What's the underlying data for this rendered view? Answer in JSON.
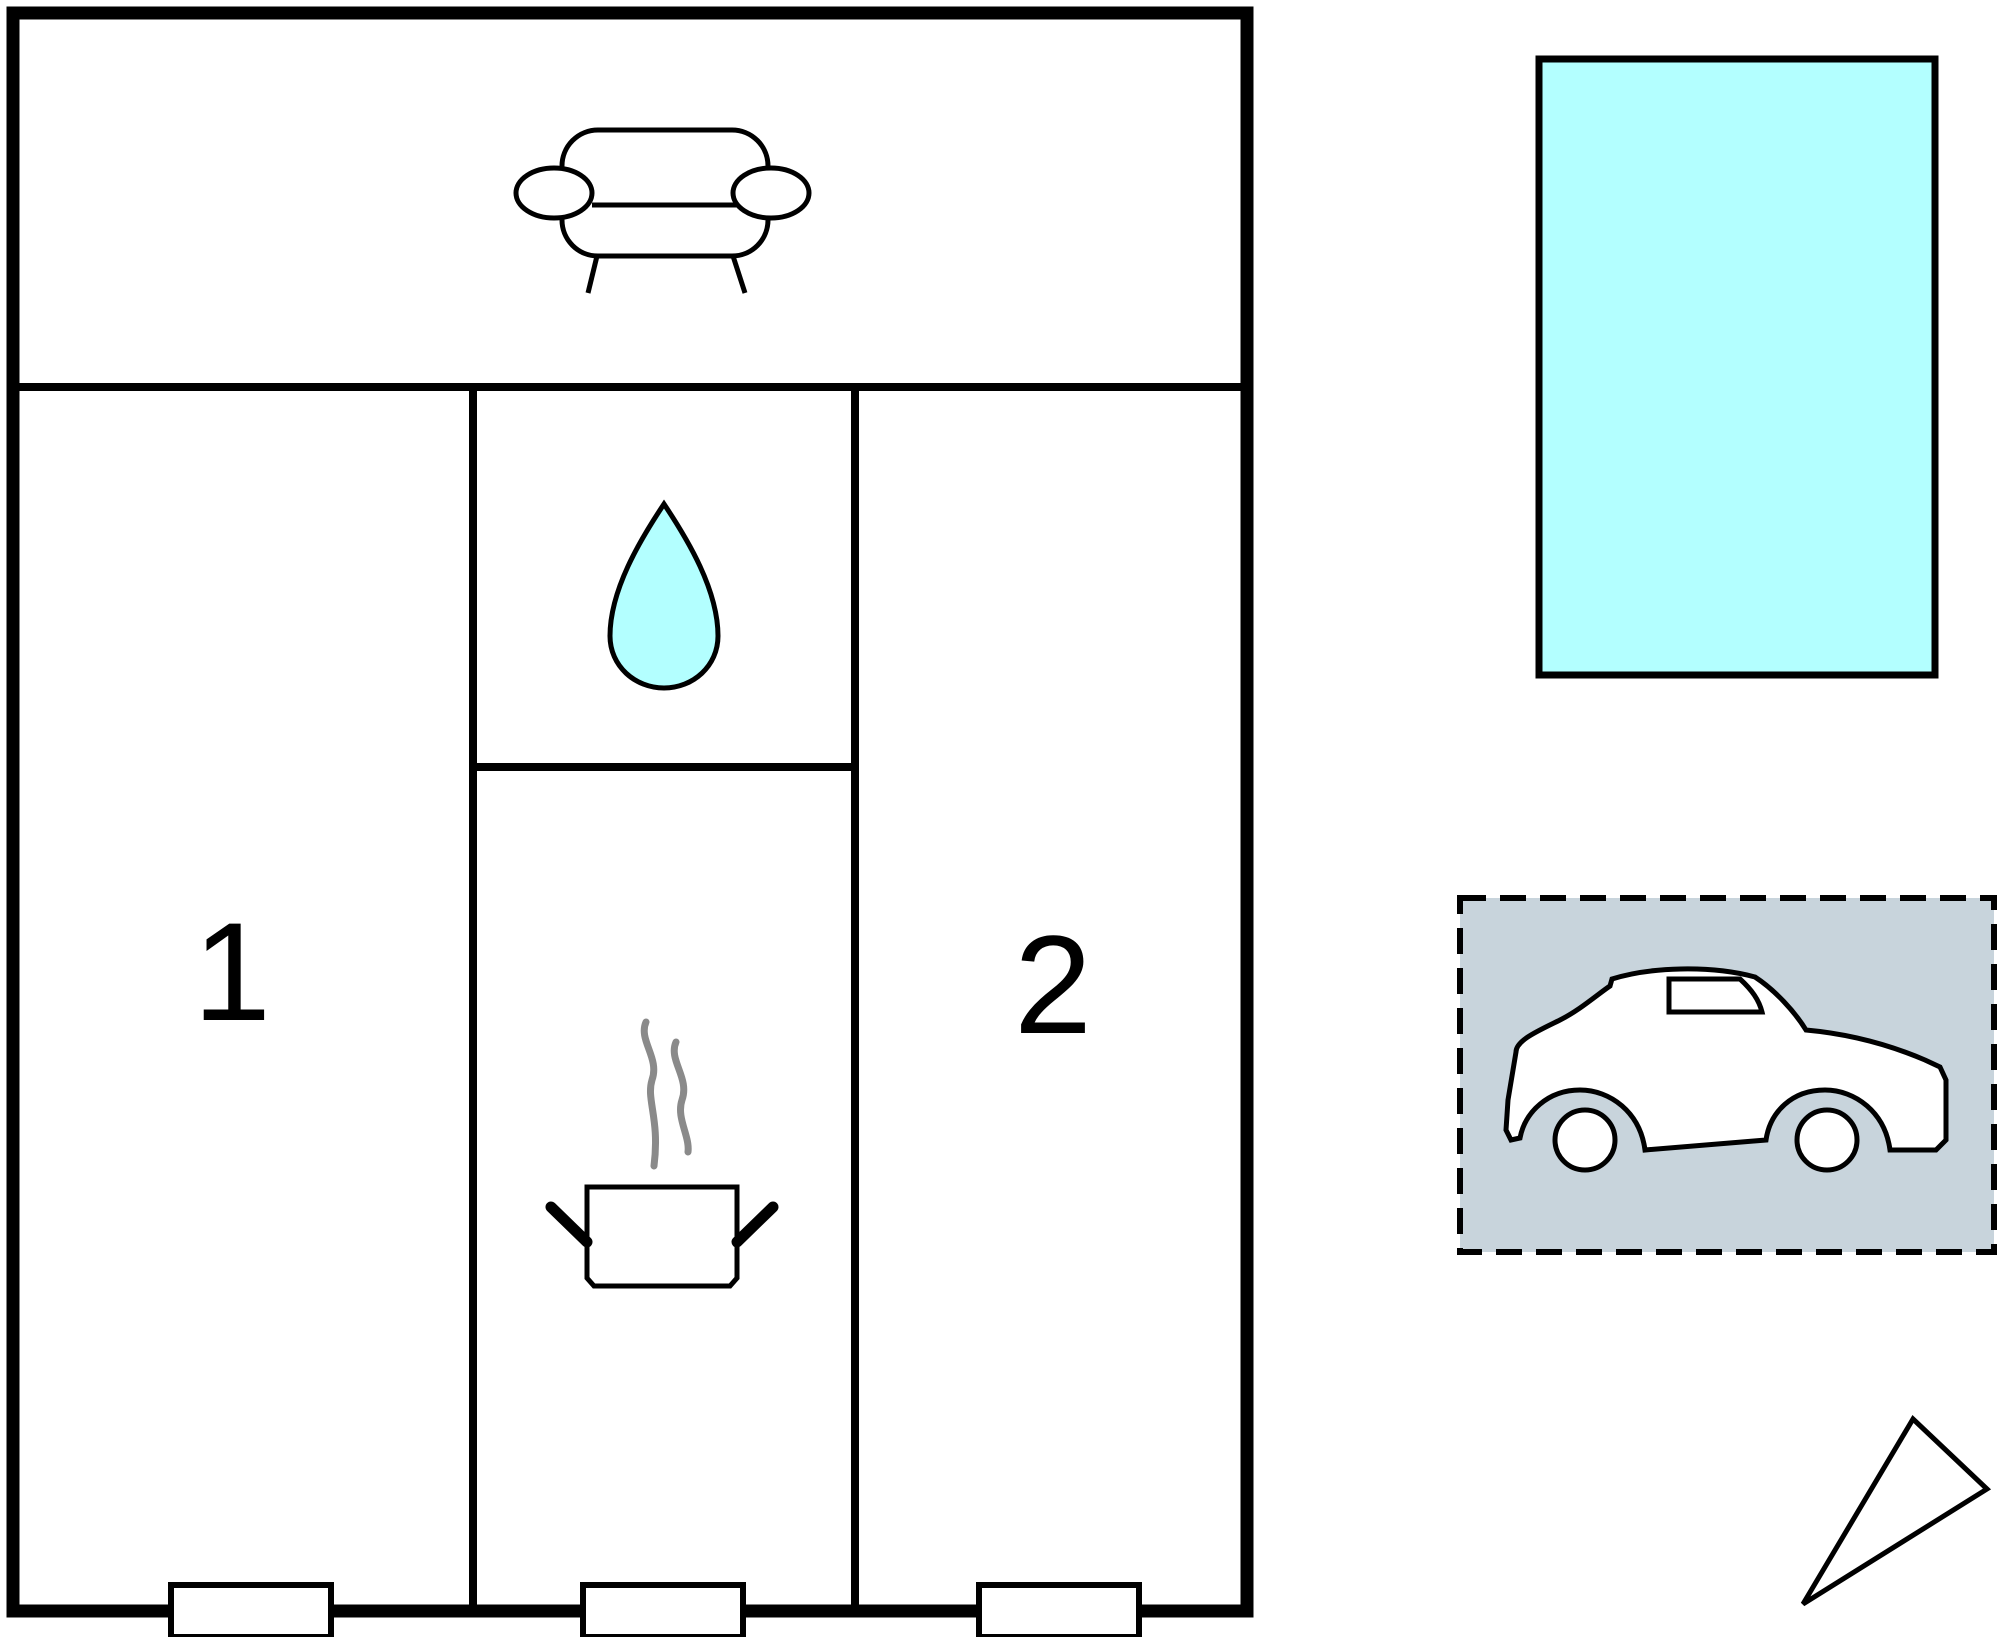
{
  "rooms": {
    "bedroom_1": {
      "label": "1"
    },
    "bedroom_2": {
      "label": "2"
    },
    "living_room": {
      "icon": "sofa-icon"
    },
    "bathroom": {
      "icon": "water-drop-icon"
    },
    "kitchen": {
      "icon": "steaming-pot-icon"
    }
  },
  "outdoor": {
    "pool": {
      "icon": "pool-rectangle"
    },
    "parking": {
      "icon": "car-icon"
    },
    "compass": {
      "icon": "north-arrow-icon"
    }
  },
  "colors": {
    "walls": "#000000",
    "water": "#b3ffff",
    "parking": "#c8d4dc",
    "steam": "#8a8a8a"
  }
}
